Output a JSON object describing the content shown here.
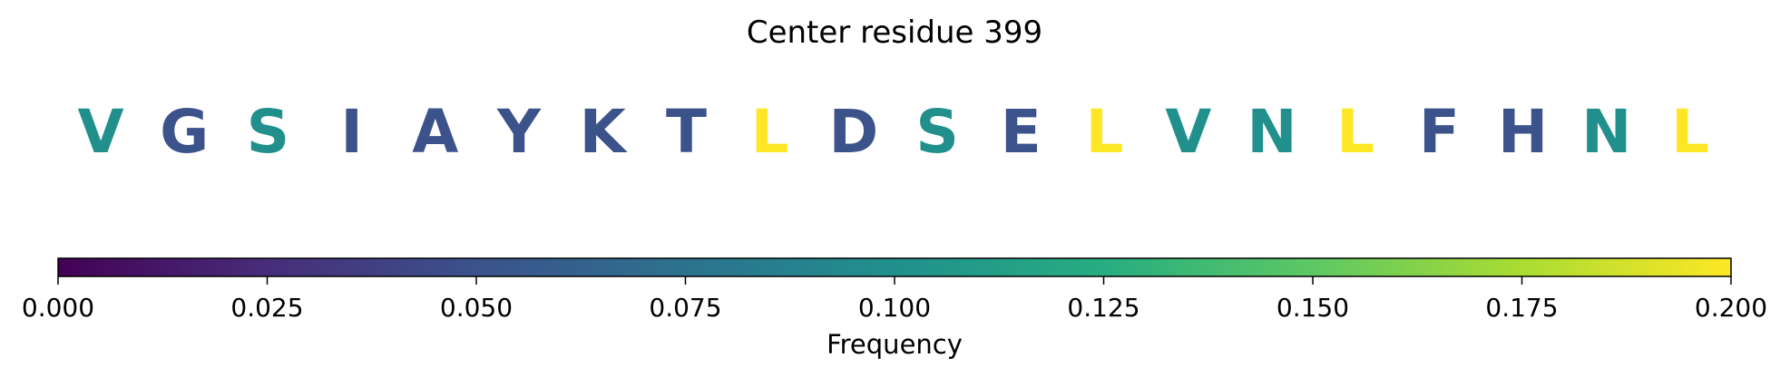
{
  "chart_data": {
    "type": "heatmap",
    "title": "Center residue 399",
    "residues": [
      "V",
      "G",
      "S",
      "I",
      "A",
      "Y",
      "K",
      "T",
      "L",
      "D",
      "S",
      "E",
      "L",
      "V",
      "N",
      "L",
      "F",
      "H",
      "N",
      "L"
    ],
    "residue_colors": [
      "#21908d",
      "#3b528b",
      "#21908d",
      "#3b528b",
      "#3b528b",
      "#3b528b",
      "#3b528b",
      "#3b528b",
      "#fde725",
      "#3b528b",
      "#21908d",
      "#3b528b",
      "#fde725",
      "#21908d",
      "#21908d",
      "#fde725",
      "#3b528b",
      "#3b528b",
      "#21908d",
      "#fde725"
    ],
    "colorbar": {
      "label": "Frequency",
      "colormap": "viridis",
      "range": [
        0,
        0.2
      ],
      "ticks": [
        0.0,
        0.025,
        0.05,
        0.075,
        0.1,
        0.125,
        0.15,
        0.175,
        0.2
      ],
      "tick_labels": [
        "0.000",
        "0.025",
        "0.050",
        "0.075",
        "0.100",
        "0.125",
        "0.150",
        "0.175",
        "0.200"
      ]
    }
  }
}
